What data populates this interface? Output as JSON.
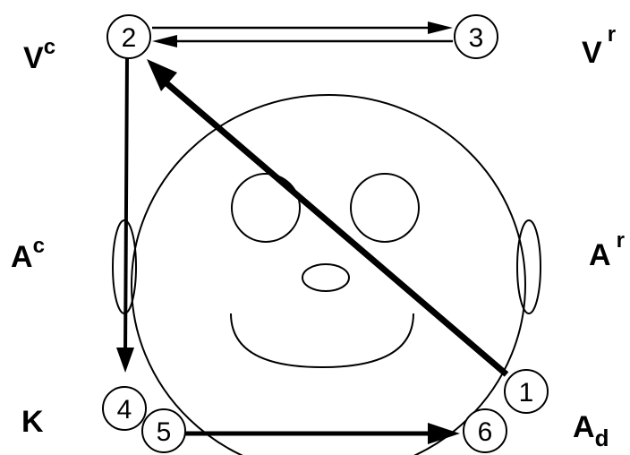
{
  "nodes": {
    "n1": "1",
    "n2": "2",
    "n3": "3",
    "n4": "4",
    "n5": "5",
    "n6": "6"
  },
  "labels": {
    "vc": {
      "base": "V",
      "sup": "c"
    },
    "vr": {
      "base": "V",
      "sup": "r"
    },
    "ac": {
      "base": "A",
      "sup": "c"
    },
    "ar": {
      "base": "A",
      "sup": "r"
    },
    "k": {
      "base": "K"
    },
    "ad": {
      "base": "A",
      "sub": "d"
    }
  },
  "colors": {
    "stroke": "#000000",
    "background": "#ffffff"
  }
}
